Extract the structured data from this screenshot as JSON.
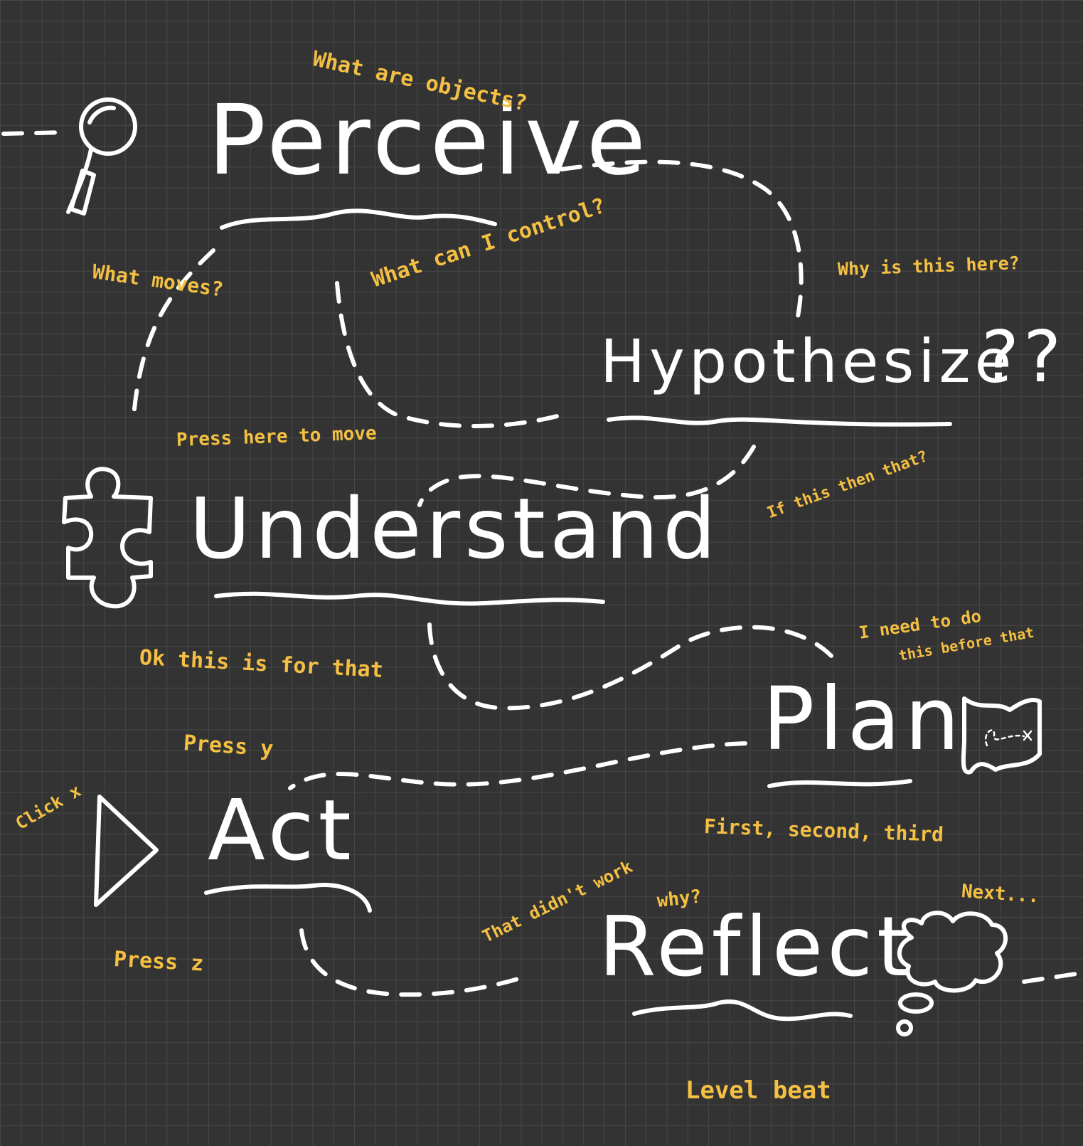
{
  "steps": {
    "perceive": "Perceive",
    "hypothesize": "Hypothesize",
    "hypothesize_marks": "??",
    "understand": "Understand",
    "plan": "Plan",
    "act": "Act",
    "reflect": "Reflect"
  },
  "notes": {
    "what_are_objects": "What are objects?",
    "what_moves": "What moves?",
    "what_can_i_control": "What can I control?",
    "why_is_this_here": "Why is this here?",
    "press_here_to_move": "Press here to move",
    "if_this_then_that": "If this then that?",
    "ok_this_is_for_that": "Ok this is for that",
    "i_need_to_do": "I need to do",
    "this_before_that": "this before that",
    "press_y": "Press y",
    "click_x": "Click x",
    "first_second_third": "First, second, third",
    "press_z": "Press z",
    "that_didnt_work": "That didn't work",
    "why": "why?",
    "next": "Next...",
    "level_beat": "Level beat"
  },
  "icons": [
    "magnifier-icon",
    "puzzle-piece-icon",
    "treasure-map-icon",
    "play-triangle-icon",
    "thought-cloud-icon"
  ],
  "colors": {
    "background": "#333333",
    "grid": "#474747",
    "ink": "#ffffff",
    "annotation": "#f4c043"
  }
}
